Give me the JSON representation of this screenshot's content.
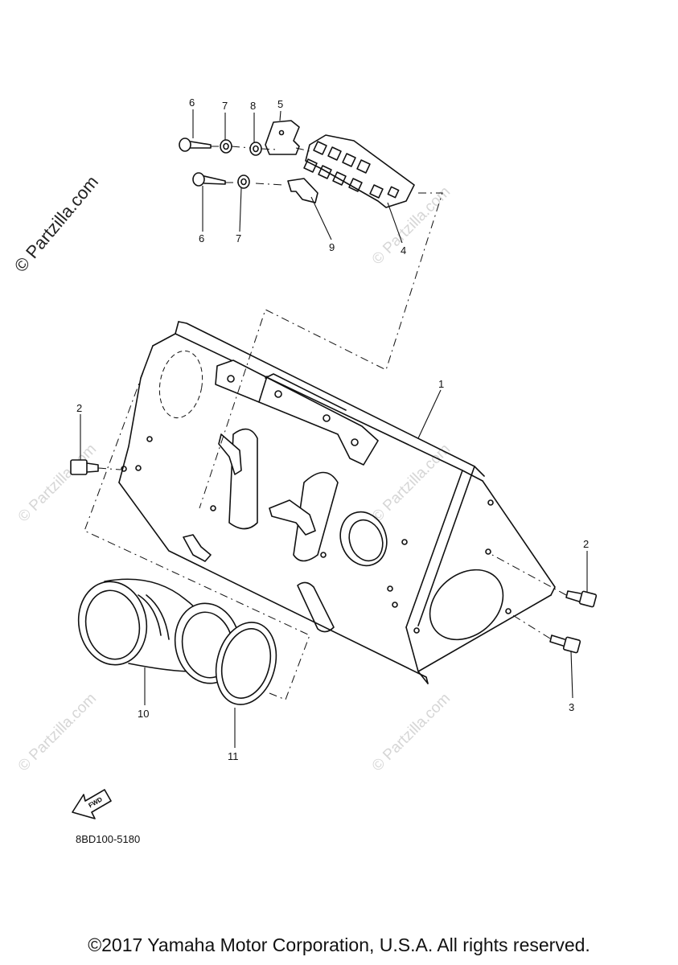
{
  "callouts": [
    {
      "id": "c6a",
      "label": "6"
    },
    {
      "id": "c7a",
      "label": "7"
    },
    {
      "id": "c8",
      "label": "8"
    },
    {
      "id": "c5",
      "label": "5"
    },
    {
      "id": "c6b",
      "label": "6"
    },
    {
      "id": "c7b",
      "label": "7"
    },
    {
      "id": "c9",
      "label": "9"
    },
    {
      "id": "c4",
      "label": "4"
    },
    {
      "id": "c1",
      "label": "1"
    },
    {
      "id": "c2a",
      "label": "2"
    },
    {
      "id": "c2b",
      "label": "2"
    },
    {
      "id": "c3",
      "label": "3"
    },
    {
      "id": "c10",
      "label": "10"
    },
    {
      "id": "c11",
      "label": "11"
    }
  ],
  "fwd_label": "FWD",
  "diagram_code": "8BD100-5180",
  "watermark": "© Partzilla.com",
  "copyright": "©2017 Yamaha Motor Corporation, U.S.A. All rights reserved."
}
